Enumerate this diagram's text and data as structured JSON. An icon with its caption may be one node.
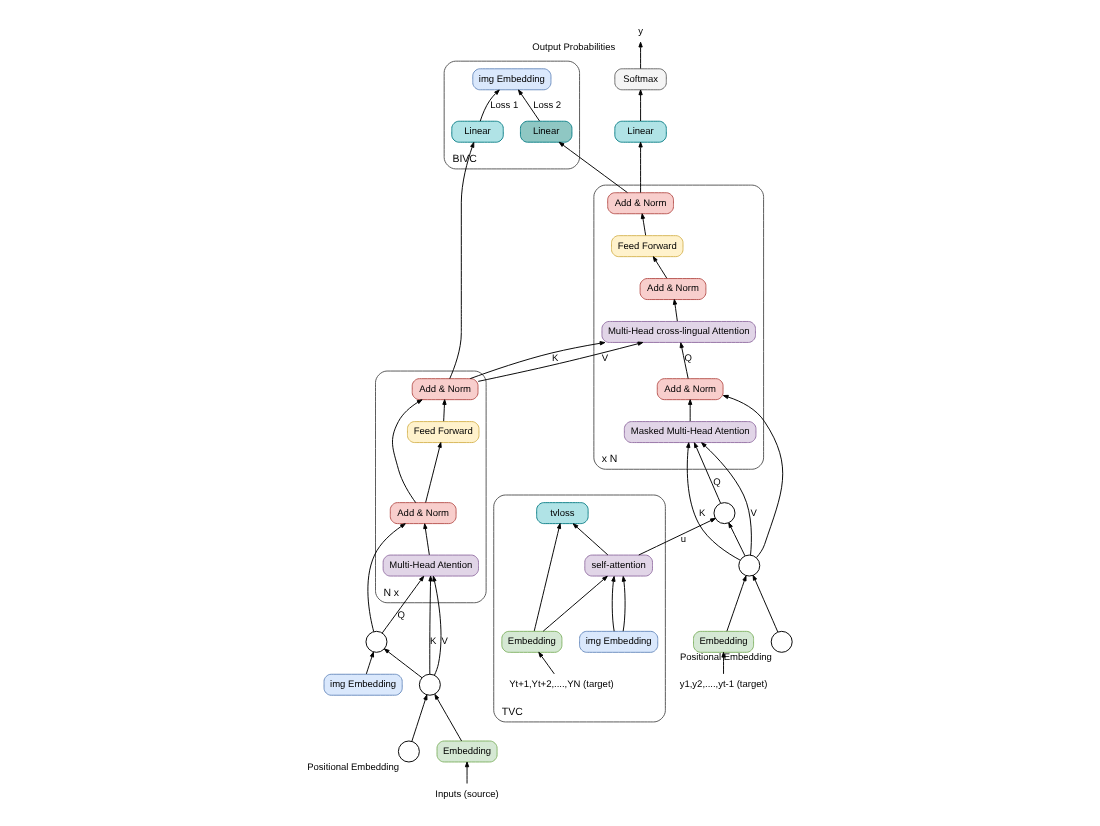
{
  "diagram": {
    "nodes": [
      {
        "text": [
          "BIVC"
        ]
      },
      {
        "text": [
          "img Embedding"
        ],
        "in": 0
      },
      {
        "text": [
          "Linear"
        ],
        "in": 0
      },
      {
        "text": [
          "Linear"
        ],
        "in": 0
      },
      {
        "text": [
          "N x"
        ]
      },
      {
        "text": [
          "Add & Norm"
        ],
        "in": 4
      },
      {
        "text": [
          "Feed Forward"
        ],
        "in": 4
      },
      {
        "text": [
          "Add & Norm"
        ],
        "in": 4
      },
      {
        "text": [
          "Multi-Head Atention"
        ],
        "in": 4
      },
      {
        "text": [],
        "shape": "circle"
      },
      {
        "text": [],
        "shape": "circle",
        "beside": [
          "Positional Embedding"
        ]
      },
      {
        "text": [],
        "shape": "circle"
      },
      {
        "text": [
          "Embedding"
        ]
      },
      {
        "text": [
          "Inputs (source)"
        ]
      },
      {
        "text": [
          "img Embedding"
        ]
      },
      {
        "text": [
          "x N"
        ]
      },
      {
        "text": [
          "Add & Norm"
        ],
        "in": 15
      },
      {
        "text": [
          "Feed Forward"
        ],
        "in": 15
      },
      {
        "text": [
          "Add & Norm"
        ],
        "in": 15
      },
      {
        "text": [
          "Multi-Head cross-lingual Attention"
        ],
        "in": 15
      },
      {
        "text": [
          "Add & Norm"
        ],
        "in": 15
      },
      {
        "text": [
          "Masked Multi-Head Atention"
        ],
        "in": 15
      },
      {
        "text": [
          "Linear"
        ]
      },
      {
        "text": [
          "Softmax"
        ]
      },
      {
        "text": [
          "y"
        ],
        "beside": [
          "Output Probabilities"
        ]
      },
      {
        "text": [],
        "shape": "circle",
        "beside": [
          "Positional Embedding"
        ]
      },
      {
        "text": [],
        "shape": "circle"
      },
      {
        "text": [],
        "shape": "circle"
      },
      {
        "text": [
          "Embedding"
        ]
      },
      {
        "text": [
          "y1,y2,....,yt-1 (target)"
        ]
      },
      {
        "text": [
          "TVC"
        ]
      },
      {
        "text": [
          "tvloss"
        ],
        "in": 30
      },
      {
        "text": [
          "self-attention"
        ],
        "in": 30
      },
      {
        "text": [
          "img Embedding"
        ],
        "in": 30
      },
      {
        "text": [
          "Embedding"
        ],
        "in": 30
      },
      {
        "text": [
          "Yt+1,Yt+2,....,YN (target)"
        ],
        "in": 30
      }
    ],
    "edges": [
      {
        "from": 2,
        "to": 1,
        "arrow": "to",
        "label": "Loss 1"
      },
      {
        "from": 3,
        "to": 1,
        "arrow": "to",
        "label": "Loss 2"
      },
      {
        "from": 5,
        "to": 2,
        "arrow": "to"
      },
      {
        "from": 6,
        "to": 5,
        "arrow": "to"
      },
      {
        "from": 7,
        "to": 6,
        "arrow": "to"
      },
      {
        "from": 7,
        "to": 5,
        "arrow": "to"
      },
      {
        "from": 8,
        "to": 7,
        "arrow": "to"
      },
      {
        "from": 9,
        "to": 7,
        "arrow": "to"
      },
      {
        "from": 11,
        "to": 8,
        "arrow": "to",
        "label": "V"
      },
      {
        "from": 11,
        "to": 8,
        "arrow": "to",
        "label": "K"
      },
      {
        "from": 9,
        "to": 8,
        "arrow": "to",
        "label": "Q"
      },
      {
        "from": 11,
        "to": 9,
        "arrow": "to"
      },
      {
        "from": 14,
        "to": 9,
        "arrow": "to"
      },
      {
        "from": 10,
        "to": 11,
        "arrow": "to"
      },
      {
        "from": 12,
        "to": 11,
        "arrow": "to"
      },
      {
        "from": 13,
        "to": 12,
        "arrow": "to"
      },
      {
        "from": 5,
        "to": 19,
        "arrow": "to",
        "label": "V"
      },
      {
        "from": 5,
        "to": 19,
        "arrow": "to",
        "label": "K"
      },
      {
        "from": 20,
        "to": 19,
        "arrow": "to",
        "label": "Q"
      },
      {
        "from": 19,
        "to": 18,
        "arrow": "to"
      },
      {
        "from": 18,
        "to": 17,
        "arrow": "to"
      },
      {
        "from": 17,
        "to": 16,
        "arrow": "to"
      },
      {
        "from": 16,
        "to": 22,
        "arrow": "to"
      },
      {
        "from": 16,
        "to": 3,
        "arrow": "to"
      },
      {
        "from": 22,
        "to": 23,
        "arrow": "to"
      },
      {
        "from": 23,
        "to": 24,
        "arrow": "to"
      },
      {
        "from": 21,
        "to": 20,
        "arrow": "to"
      },
      {
        "from": 26,
        "to": 20,
        "arrow": "to"
      },
      {
        "from": 26,
        "to": 21,
        "arrow": "to",
        "label": "K"
      },
      {
        "from": 26,
        "to": 21,
        "arrow": "to",
        "label": "V"
      },
      {
        "from": 27,
        "to": 21,
        "arrow": "to",
        "label": "Q"
      },
      {
        "from": 26,
        "to": 27,
        "arrow": "to"
      },
      {
        "from": 25,
        "to": 26,
        "arrow": "to"
      },
      {
        "from": 28,
        "to": 26,
        "arrow": "to"
      },
      {
        "from": 29,
        "to": 28,
        "arrow": "to"
      },
      {
        "from": 32,
        "to": 27,
        "arrow": "to",
        "label": "u"
      },
      {
        "from": 32,
        "to": 31,
        "arrow": "to"
      },
      {
        "from": 33,
        "to": 32,
        "arrow": "to"
      },
      {
        "from": 33,
        "to": 32,
        "arrow": "to"
      },
      {
        "from": 34,
        "to": 32,
        "arrow": "to"
      },
      {
        "from": 34,
        "to": 31,
        "arrow": "to"
      },
      {
        "from": 35,
        "to": 34,
        "arrow": "to"
      }
    ]
  }
}
